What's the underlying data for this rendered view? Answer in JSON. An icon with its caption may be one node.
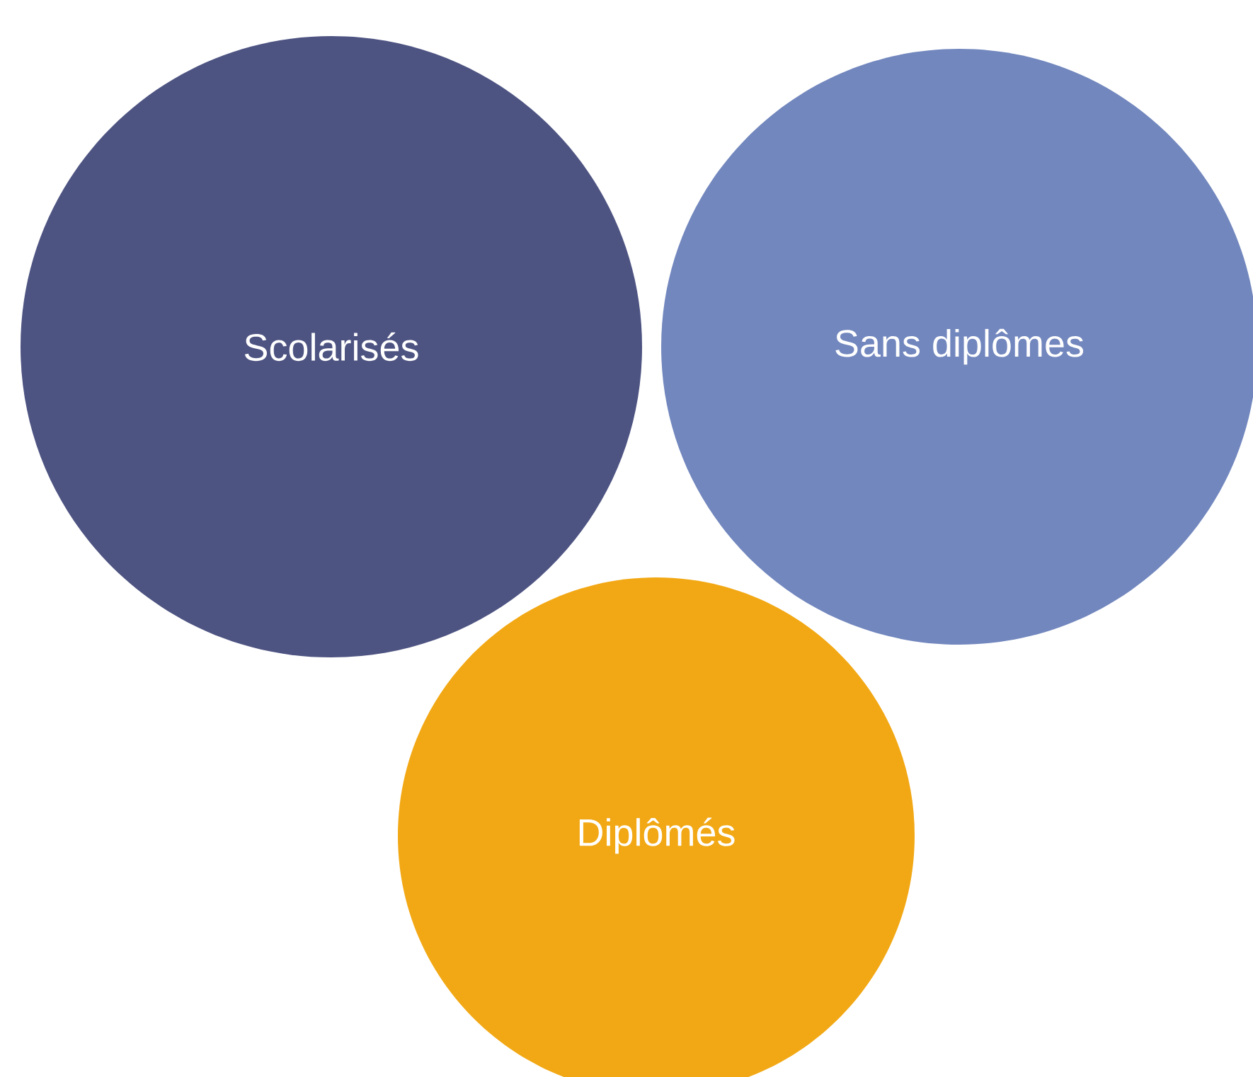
{
  "diagram": {
    "nodes": [
      {
        "text": [
          "Scolarisés"
        ]
      },
      {
        "text": [
          "Sans diplômes"
        ]
      },
      {
        "text": [
          "Diplômés"
        ]
      }
    ]
  }
}
